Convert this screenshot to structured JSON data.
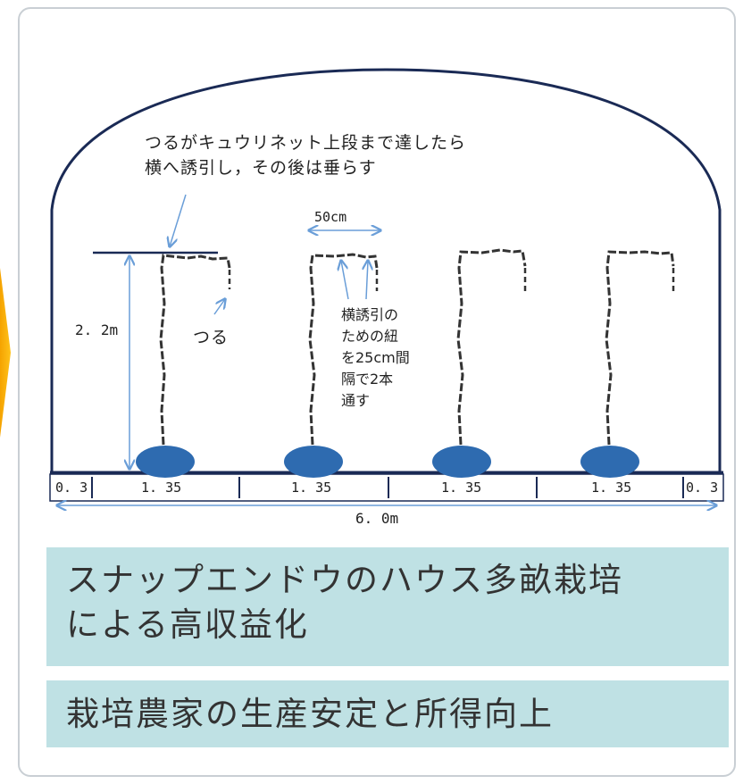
{
  "annotations": {
    "top_line1": "つるがキュウリネット上段まで達したら",
    "top_line2": "横へ誘引し，その後は垂らす",
    "width_label": "50cm",
    "height_label": "2. 2m",
    "vine_label": "つる",
    "cord_line1": "横誘引の",
    "cord_line2": "ための紐",
    "cord_line3": "を25cm間",
    "cord_line4": "隔で2本",
    "cord_line5": "通す"
  },
  "dimensions": {
    "edge_left": "0. 3",
    "spacing": [
      "1. 35",
      "1. 35",
      "1. 35",
      "1. 35"
    ],
    "edge_right": "0. 3",
    "total_width": "6. 0m"
  },
  "banners": {
    "title_line1": "スナップエンドウのハウス多畝栽培",
    "title_line2": "による高収益化",
    "subtitle": "栽培農家の生産安定と所得向上"
  },
  "colors": {
    "bed": "#2e6bb0",
    "banner": "#bfe1e4",
    "accent": "#f5a300"
  }
}
